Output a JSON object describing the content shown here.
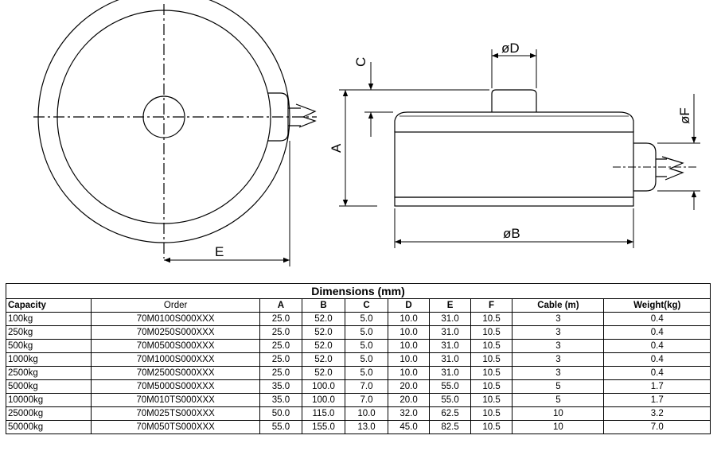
{
  "drawing": {
    "labels": {
      "A": "A",
      "B": "øB",
      "C": "C",
      "D": "øD",
      "E": "E",
      "F": "øF"
    }
  },
  "table": {
    "title": "Dimensions (mm)",
    "headers": [
      "Capacity",
      "Order",
      "A",
      "B",
      "C",
      "D",
      "E",
      "F",
      "Cable (m)",
      "Weight(kg)"
    ],
    "rows": [
      [
        "100kg",
        "70M0100S000XXX",
        "25.0",
        "52.0",
        "5.0",
        "10.0",
        "31.0",
        "10.5",
        "3",
        "0.4"
      ],
      [
        "250kg",
        "70M0250S000XXX",
        "25.0",
        "52.0",
        "5.0",
        "10.0",
        "31.0",
        "10.5",
        "3",
        "0.4"
      ],
      [
        "500kg",
        "70M0500S000XXX",
        "25.0",
        "52.0",
        "5.0",
        "10.0",
        "31.0",
        "10.5",
        "3",
        "0.4"
      ],
      [
        "1000kg",
        "70M1000S000XXX",
        "25.0",
        "52.0",
        "5.0",
        "10.0",
        "31.0",
        "10.5",
        "3",
        "0.4"
      ],
      [
        "2500kg",
        "70M2500S000XXX",
        "25.0",
        "52.0",
        "5.0",
        "10.0",
        "31.0",
        "10.5",
        "3",
        "0.4"
      ],
      [
        "5000kg",
        "70M5000S000XXX",
        "35.0",
        "100.0",
        "7.0",
        "20.0",
        "55.0",
        "10.5",
        "5",
        "1.7"
      ],
      [
        "10000kg",
        "70M010TS000XXX",
        "35.0",
        "100.0",
        "7.0",
        "20.0",
        "55.0",
        "10.5",
        "5",
        "1.7"
      ],
      [
        "25000kg",
        "70M025TS000XXX",
        "50.0",
        "115.0",
        "10.0",
        "32.0",
        "62.5",
        "10.5",
        "10",
        "3.2"
      ],
      [
        "50000kg",
        "70M050TS000XXX",
        "55.0",
        "155.0",
        "13.0",
        "45.0",
        "82.5",
        "10.5",
        "10",
        "7.0"
      ]
    ]
  }
}
